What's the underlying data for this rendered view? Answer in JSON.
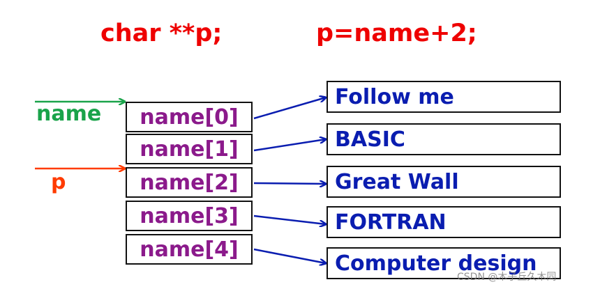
{
  "declarations": {
    "left": "char **p;",
    "right": "p=name+2;"
  },
  "pointers": {
    "name_label": "name",
    "p_label": "p",
    "name_color": "#1aa34a",
    "p_color": "#ff3b00"
  },
  "array_cells": [
    "name[0]",
    "name[1]",
    "name[2]",
    "name[3]",
    "name[4]"
  ],
  "strings": [
    "Follow me",
    "BASIC",
    "Great Wall",
    "FORTRAN",
    "Computer design"
  ],
  "colors": {
    "declaration": "#ee0000",
    "cell_text": "#8b1a8b",
    "string_text": "#0a1db0",
    "arrow": "#0a1db0"
  },
  "watermark": "CSDN @木子丘久木同"
}
